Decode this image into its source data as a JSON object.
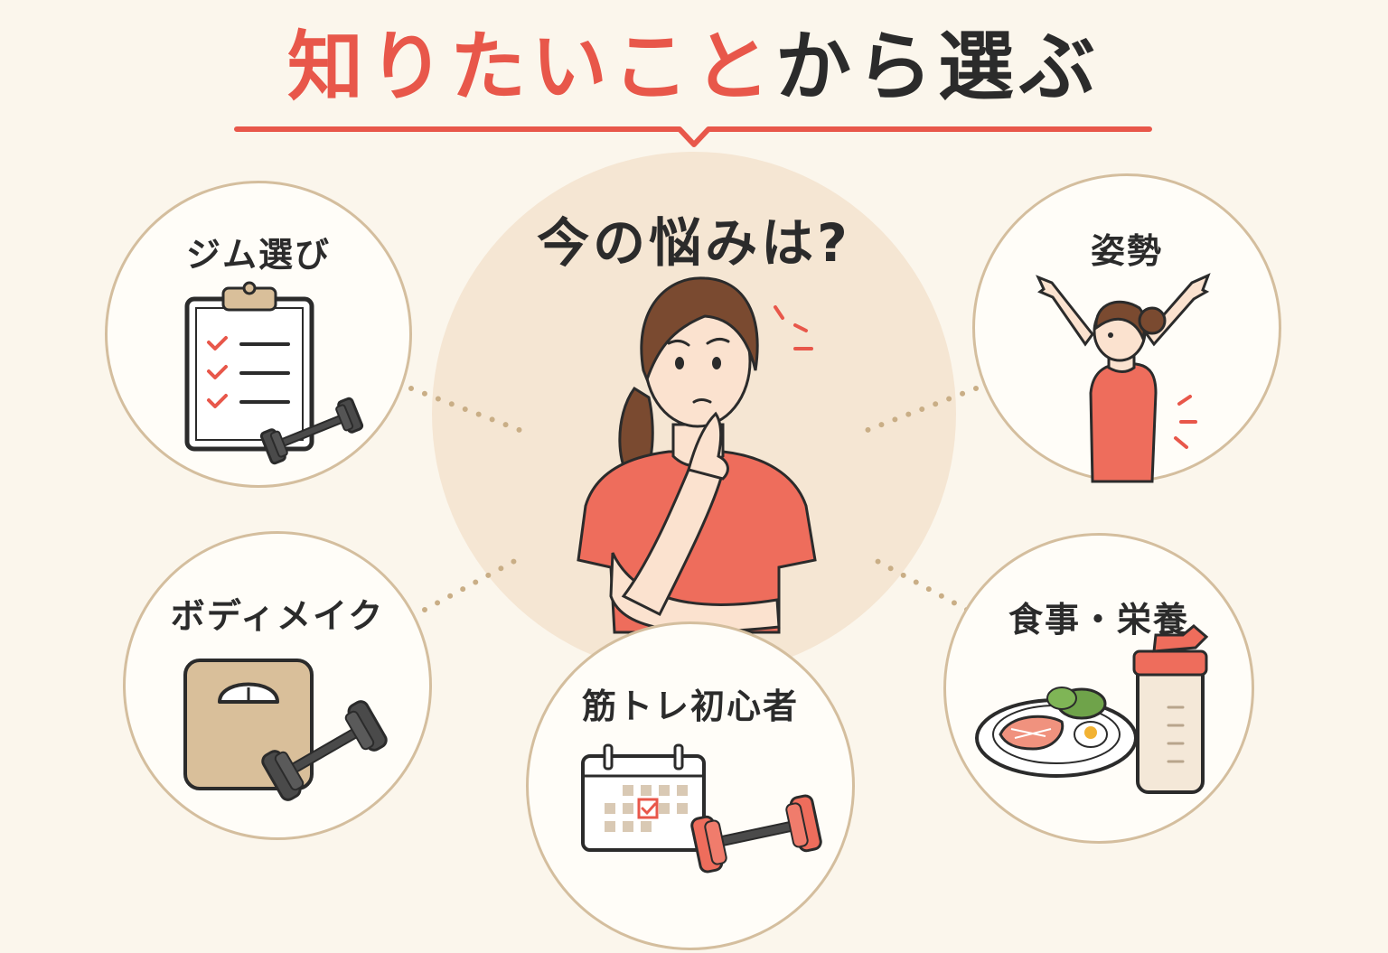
{
  "title": {
    "accent": "知りたいこと",
    "rest": "から選ぶ"
  },
  "center": {
    "question": "今の悩みは?"
  },
  "topics": [
    {
      "id": "gym",
      "label": "ジム選び",
      "icon": "clipboard-dumbbell-icon"
    },
    {
      "id": "posture",
      "label": "姿勢",
      "icon": "stretching-woman-icon"
    },
    {
      "id": "bodymake",
      "label": "ボディメイク",
      "icon": "scale-dumbbell-icon"
    },
    {
      "id": "beginner",
      "label": "筋トレ初心者",
      "icon": "calendar-dumbbell-icon"
    },
    {
      "id": "nutrition",
      "label": "食事・栄養",
      "icon": "meal-shaker-icon"
    }
  ],
  "colors": {
    "accent": "#E8574A",
    "background": "#FBF6EC",
    "ring": "#D4BE9E",
    "halo": "#F5E6D3",
    "text": "#2B2B2B"
  }
}
